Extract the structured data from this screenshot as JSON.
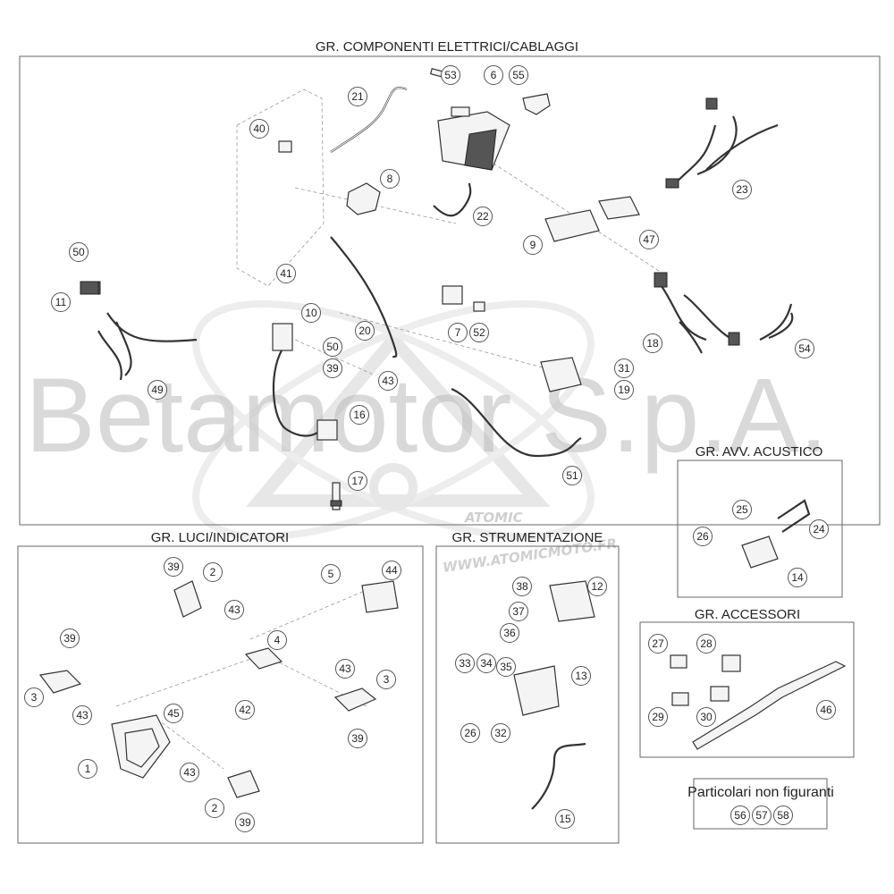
{
  "groups": {
    "electrical": "GR. COMPONENTI ELETTRICI/CABLAGGI",
    "lights": "GR. LUCI/INDICATORI",
    "instruments": "GR. STRUMENTAZIONE",
    "horn": "GR. AVV. ACUSTICO",
    "accessories": "GR. ACCESSORI"
  },
  "watermark": {
    "brand": "Betamotor S.p.A.",
    "logo": "ATOMIC",
    "site": "WWW.ATOMICMOTO.FR"
  },
  "note": {
    "title": "Particolari non figuranti",
    "parts": [
      "56",
      "57",
      "58"
    ]
  },
  "callouts": {
    "electrical": [
      "53",
      "6",
      "55",
      "21",
      "40",
      "8",
      "22",
      "23",
      "9",
      "47",
      "50",
      "11",
      "41",
      "10",
      "20",
      "7",
      "52",
      "18",
      "54",
      "50",
      "39",
      "43",
      "31",
      "19",
      "49",
      "16",
      "51",
      "17"
    ],
    "lights": [
      "39",
      "2",
      "5",
      "44",
      "43",
      "4",
      "39",
      "43",
      "3",
      "3",
      "45",
      "42",
      "43",
      "39",
      "1",
      "43",
      "2",
      "39"
    ],
    "instruments": [
      "38",
      "12",
      "37",
      "36",
      "33",
      "34",
      "35",
      "13",
      "26",
      "32",
      "15"
    ],
    "horn": [
      "25",
      "24",
      "26",
      "14"
    ],
    "accessories": [
      "27",
      "28",
      "29",
      "30",
      "46"
    ]
  },
  "icons": [
    "battery",
    "ecu",
    "ignition-coil",
    "spark-plug",
    "regulator",
    "relay",
    "fuse",
    "wiring-harness",
    "headlight",
    "turn-indicator",
    "instrument-cluster",
    "horn",
    "strap",
    "screw",
    "nut"
  ]
}
